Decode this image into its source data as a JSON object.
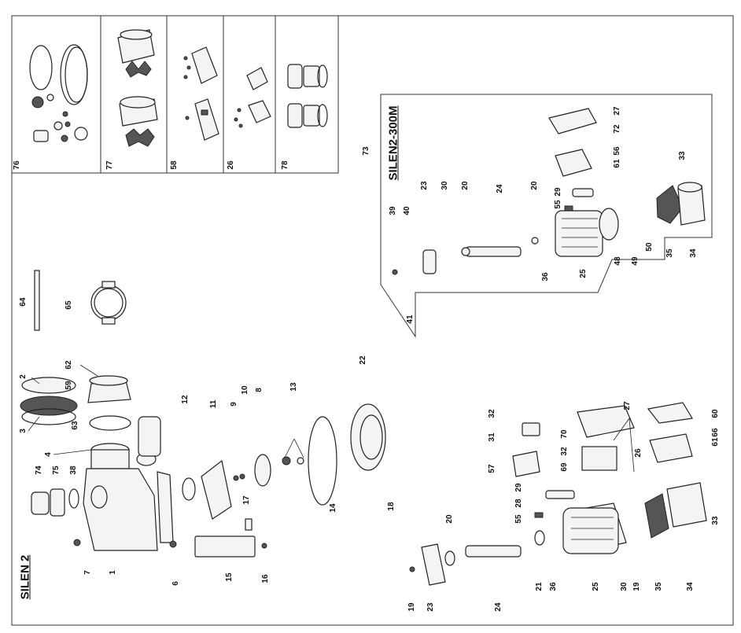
{
  "titles": {
    "main": "SILEN 2",
    "variant": "SILEN2-300M"
  },
  "accessory_labels": [
    "76",
    "77",
    "58",
    "26",
    "78"
  ],
  "variant_labels": [
    "73",
    "72",
    "27",
    "56",
    "61",
    "33",
    "23",
    "30",
    "20",
    "24",
    "20",
    "55",
    "29",
    "39",
    "40",
    "36",
    "25",
    "48",
    "49",
    "50",
    "35",
    "34",
    "41"
  ],
  "main_labels": [
    "64",
    "65",
    "2",
    "62",
    "59",
    "3",
    "63",
    "4",
    "74",
    "75",
    "38",
    "7",
    "1",
    "12",
    "6",
    "11",
    "9",
    "10",
    "8",
    "17",
    "15",
    "16",
    "13",
    "22",
    "14",
    "18",
    "32",
    "31",
    "57",
    "70",
    "27",
    "60",
    "32",
    "26",
    "69",
    "61",
    "66",
    "28",
    "29",
    "55",
    "20",
    "23",
    "19",
    "24",
    "21",
    "36",
    "25",
    "30",
    "19",
    "35",
    "34",
    "33"
  ]
}
